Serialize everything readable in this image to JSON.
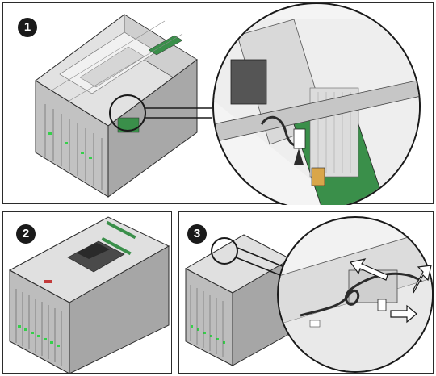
{
  "steps": [
    {
      "number": "1"
    },
    {
      "number": "2"
    },
    {
      "number": "3"
    }
  ],
  "colors": {
    "chassis_light": "#dcdcdc",
    "chassis_mid": "#b8b8b8",
    "chassis_dark": "#7a7a7a",
    "board_green": "#3a8f4a",
    "led_green": "#35d04a",
    "outline": "#2b2b2b",
    "arrow_fill": "#ffffff"
  },
  "icons": [
    "server-chassis-icon",
    "magnifier-callout-icon",
    "cable-icon",
    "direction-arrow-icon",
    "release-latch-icon"
  ]
}
